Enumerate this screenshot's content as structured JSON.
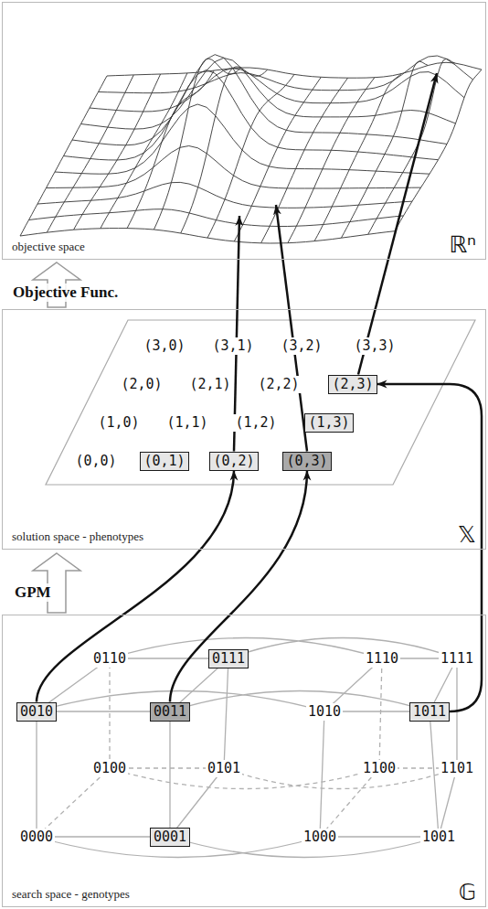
{
  "diagram": {
    "nodes": [
      {
        "text": [
          "objective space",
          "ℝⁿ"
        ]
      },
      {
        "text": [
          "solution space - phenotypes",
          "𝕏"
        ]
      },
      {
        "text": [
          "(2,3)"
        ],
        "in": 1
      },
      {
        "text": [
          "(1,3)"
        ],
        "in": 1
      },
      {
        "text": [
          "(0,1)"
        ],
        "in": 1
      },
      {
        "text": [
          "(0,2)"
        ],
        "in": 1
      },
      {
        "text": [
          "(0,3)"
        ],
        "in": 1
      },
      {
        "text": [
          "search space - genotypes",
          "𝔾"
        ]
      },
      {
        "text": [
          "0111"
        ],
        "in": 7
      },
      {
        "text": [
          "0010"
        ],
        "in": 7
      },
      {
        "text": [
          "0011"
        ],
        "in": 7
      },
      {
        "text": [
          "1011"
        ],
        "in": 7
      },
      {
        "text": [
          "0001"
        ],
        "in": 7
      }
    ],
    "edges": [
      {
        "from": 9,
        "to": 5,
        "arrow": "to"
      },
      {
        "from": 10,
        "to": 6,
        "arrow": "to"
      },
      {
        "from": 11,
        "to": 2,
        "arrow": "to"
      }
    ],
    "labels": [
      "Objective Func.",
      "GPM",
      "(3,0)",
      "(3,1)",
      "(3,2)",
      "(3,3)",
      "(2,0)",
      "(2,1)",
      "(2,2)",
      "(1,0)",
      "(1,1)",
      "(1,2)",
      "(0,0)",
      "0110",
      "1110",
      "1111",
      "1010",
      "0100",
      "0101",
      "1100",
      "1101",
      "0000",
      "1000",
      "1001"
    ]
  }
}
